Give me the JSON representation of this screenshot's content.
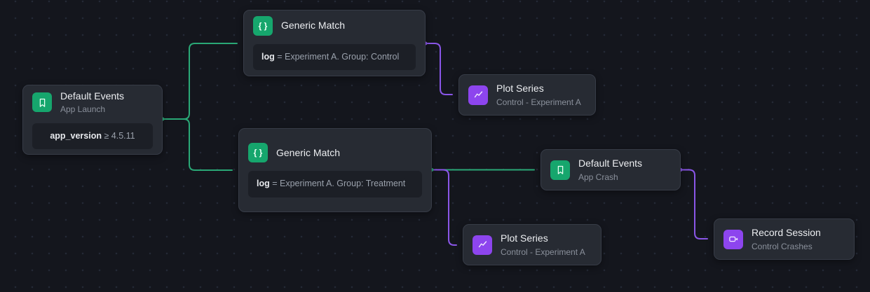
{
  "colors": {
    "background": "#14161d",
    "node_background": "#272b33",
    "chip_background": "#1c1f26",
    "accent_green": "#2aa876",
    "accent_purple": "#8a56e8"
  },
  "nodes": [
    {
      "title": "Default Events",
      "subtitle": "App Launch",
      "icon": "bookmark-icon",
      "chip_key": "app_version",
      "chip_value": "≥ 4.5.11"
    },
    {
      "title": "Generic Match",
      "icon": "braces-icon",
      "icon_glyph": "{ }",
      "chip_key": "log",
      "chip_value": "= Experiment A. Group: Control"
    },
    {
      "title": "Plot Series",
      "subtitle": "Control - Experiment A",
      "icon": "chart-line-icon"
    },
    {
      "title": "Generic Match",
      "icon": "braces-icon",
      "icon_glyph": "{ }",
      "chip_key": "log",
      "chip_value": "= Experiment A. Group: Treatment"
    },
    {
      "title": "Default Events",
      "subtitle": "App Crash",
      "icon": "bookmark-icon"
    },
    {
      "title": "Plot Series",
      "subtitle": "Control - Experiment A",
      "icon": "chart-line-icon"
    },
    {
      "title": "Record Session",
      "subtitle": "Control Crashes",
      "icon": "video-camera-icon"
    }
  ],
  "edges": [
    {
      "from": "default-events-app-launch",
      "to": "generic-match-control",
      "color": "green"
    },
    {
      "from": "default-events-app-launch",
      "to": "generic-match-treatment",
      "color": "green"
    },
    {
      "from": "generic-match-control",
      "to": "plot-series-control",
      "color": "purple"
    },
    {
      "from": "generic-match-treatment",
      "to": "default-events-app-crash",
      "color": "green"
    },
    {
      "from": "generic-match-treatment",
      "to": "plot-series-control-2",
      "color": "purple"
    },
    {
      "from": "default-events-app-crash",
      "to": "record-session",
      "color": "purple"
    }
  ]
}
